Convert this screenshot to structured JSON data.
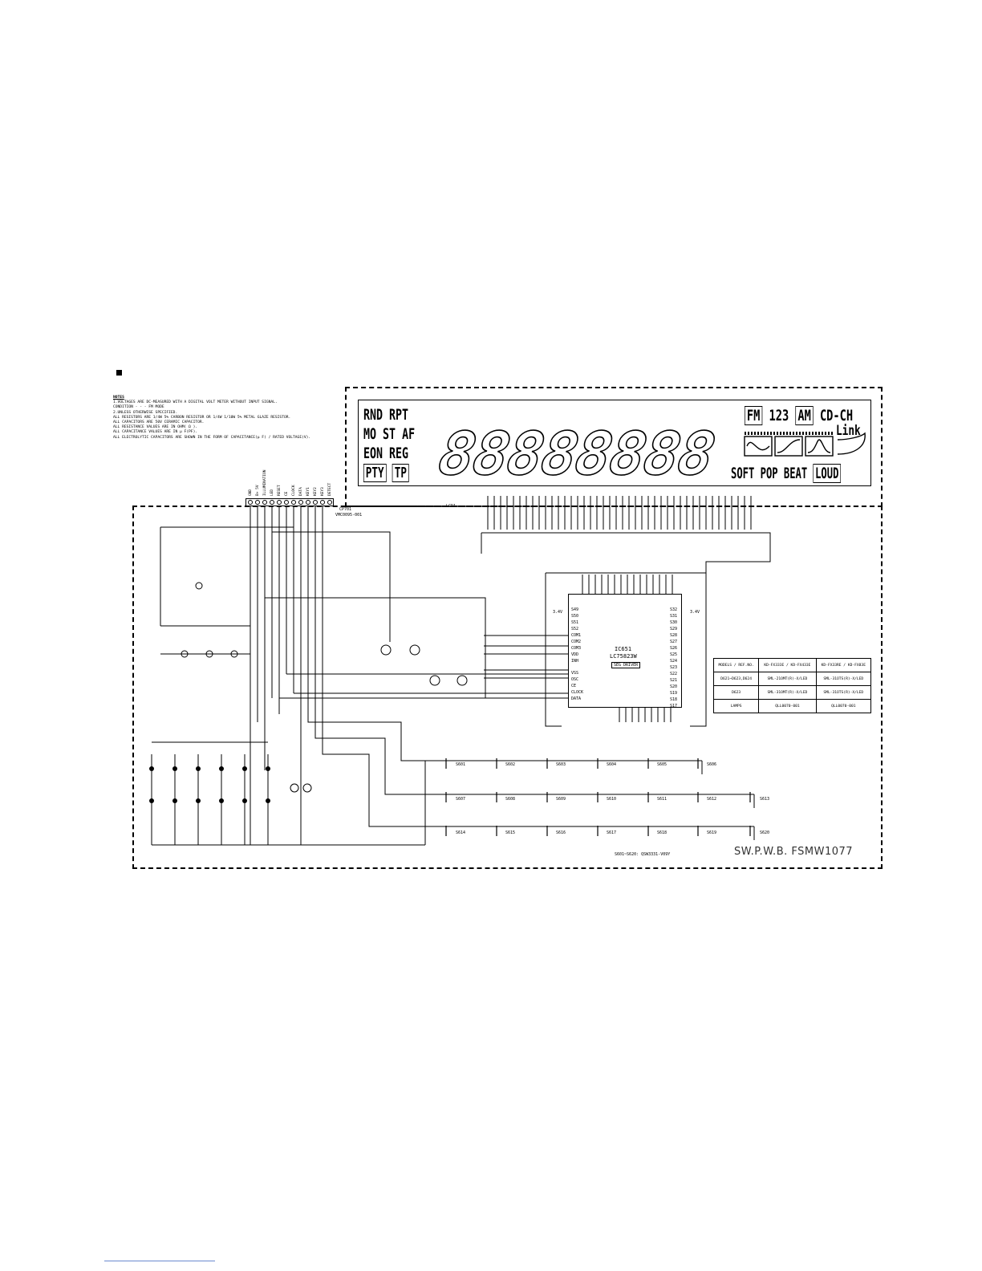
{
  "notes": {
    "heading": "NOTES",
    "lines": [
      "1.VOLTAGES ARE DC-MEASURED WITH A DIGITAL VOLT METER WITHOUT INPUT SIGNAL.",
      "   CONDITION - - - FM MODE",
      "2.UNLESS OTHERWISE SPECIFIED.",
      "   ALL RESISTORS ARE 1/4W 5% CARBON RESISTOR OR 1/4W 1/10W 5% METAL GLAZE RESISTOR.",
      "   ALL CAPACITORS ARE 50V CERAMIC CAPACITOR.",
      "   ALL RESISTANCE VALUES ARE IN OHM( Ω ).",
      "   ALL CAPACITANCE VALUES ARE IN μ F(PF).",
      "   ALL ELECTROLYTIC CAPACITORS ARE SHOWN IN THE FORM OF CAPACITANCE(μ F) / RATED VOLTAGE(V)."
    ]
  },
  "lcd": {
    "row1": [
      "RND",
      "RPT"
    ],
    "row2": [
      "MO",
      "ST",
      "AF"
    ],
    "row3": [
      "EON",
      "REG"
    ],
    "row4_boxed": [
      "PTY",
      "TP"
    ],
    "digits": "88888888",
    "band_fm": "FM",
    "presets": "123",
    "band_am": "AM",
    "cd_ch": "CD-CH",
    "link": "Link",
    "eq_labels": [
      "SOFT",
      "POP",
      "BEAT"
    ],
    "loud": "LOUD",
    "ref": "LCD1"
  },
  "connector": {
    "ref": "CP701",
    "part": "VMC0095-001",
    "pins": [
      "GND",
      "B+ 5V",
      "ILLUMINATION",
      "LED",
      "RESET",
      "CE",
      "CLOCK",
      "DATA",
      "KEY1",
      "KEY2",
      "KEY3",
      "DETECT"
    ]
  },
  "ic": {
    "ref": "IC651",
    "part": "LC75823W",
    "note": "SEG DRIVER",
    "left_pins": [
      "S49",
      "S50",
      "S51",
      "S52",
      "COM1",
      "COM2",
      "COM3",
      "VDD",
      "INH",
      "VSS",
      "OSC",
      "CE",
      "CLOCK",
      "DATA"
    ],
    "right_pins": [
      "S32",
      "S31",
      "S30",
      "S29",
      "S28",
      "S27",
      "S26",
      "S25",
      "S24",
      "S23",
      "S22",
      "S21",
      "S20",
      "S19",
      "S18",
      "S17"
    ],
    "volt": "3.4V"
  },
  "table": {
    "header": [
      "MODELS / REF.NO.",
      "KD-FX333E / KD-FX433E",
      "KD-FX33RE / KD-FX83E"
    ],
    "rows": [
      [
        "D621~D623,D624",
        "SML-21OMT(R)-X/LED",
        "SML-31OTS(R)-X/LED"
      ],
      [
        "D623",
        "SML-31OMT(R)-X/LED",
        "SML-31OTS(R)-X/LED"
      ],
      [
        "LAMPS",
        "QLL0070-001",
        "QLL0070-001"
      ]
    ]
  },
  "switch_rows": [
    [
      "S601",
      "S602",
      "S603",
      "S604",
      "S605",
      "S606"
    ],
    [
      "S607",
      "S608",
      "S609",
      "S610",
      "S611",
      "S612",
      "S613"
    ],
    [
      "S614",
      "S615",
      "S616",
      "S617",
      "S618",
      "S619",
      "S620"
    ]
  ],
  "switch_note": "S601~S620: QSW3331-V09Y",
  "board_label": "SW.P.W.B. FSMW1077"
}
